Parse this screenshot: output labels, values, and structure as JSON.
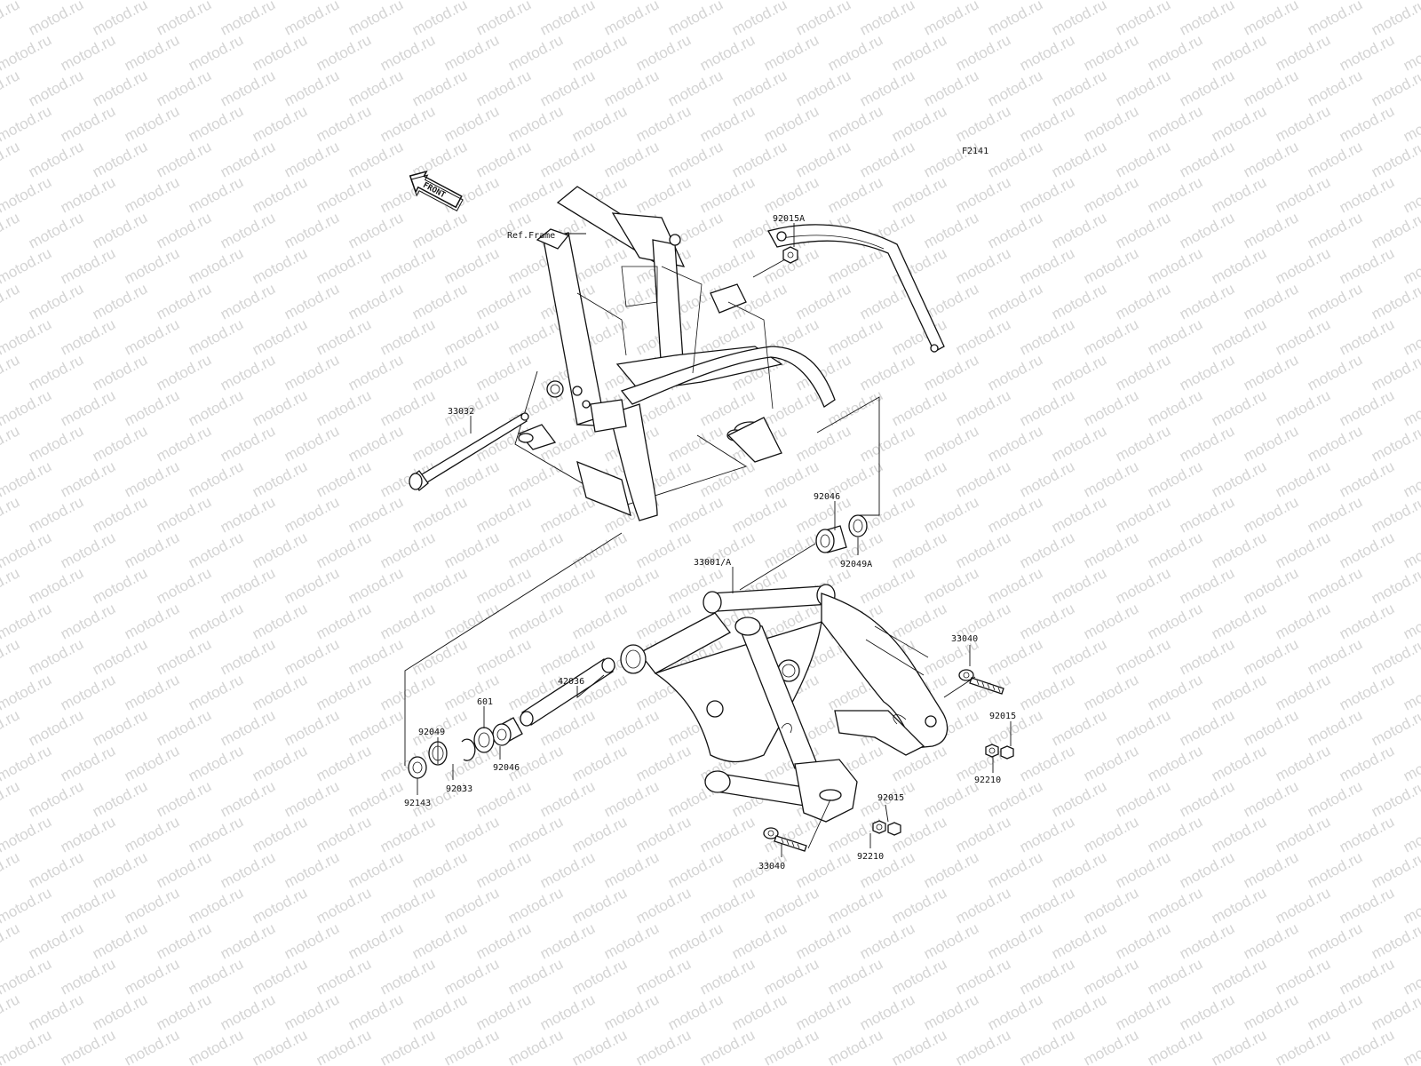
{
  "diagram_code": "F2141",
  "front_arrow_label": "FRONT",
  "watermark_text": "motod.ru",
  "colors": {
    "line": "#111111",
    "watermark": "#d4d4d4",
    "background": "#ffffff"
  },
  "callouts": {
    "ref_frame": "Ref.Frame",
    "p92015A": "92015A",
    "p33032": "33032",
    "p92046_top": "92046",
    "p92049A": "92049A",
    "p33001A": "33001/A",
    "p42036": "42036",
    "p601": "601",
    "p92049": "92049",
    "p92046_bottom": "92046",
    "p92033": "92033",
    "p92143": "92143",
    "p33040_right": "33040",
    "p92015_right": "92015",
    "p92210_right": "92210",
    "p92015_bottom": "92015",
    "p92210_bottom": "92210",
    "p33040_bottom": "33040"
  }
}
